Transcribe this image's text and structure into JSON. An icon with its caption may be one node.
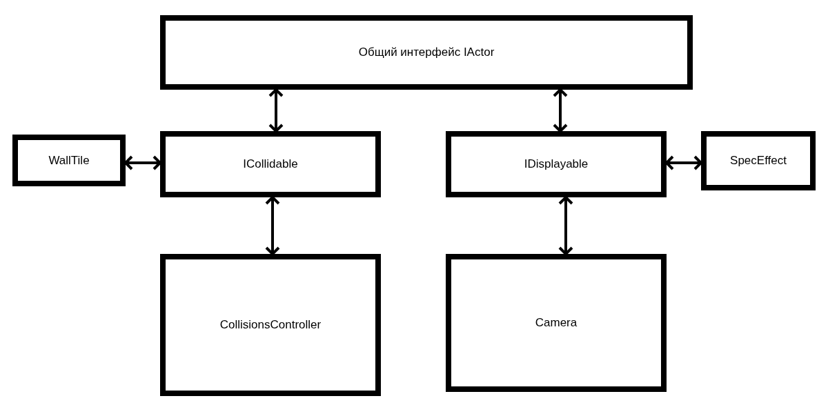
{
  "diagram": {
    "nodes": [
      {
        "text": [
          "Общий интерфейс IActor"
        ]
      },
      {
        "text": [
          "WallTile"
        ]
      },
      {
        "text": [
          "ICollidable"
        ]
      },
      {
        "text": [
          "IDisplayable"
        ]
      },
      {
        "text": [
          "SpecEffect"
        ]
      },
      {
        "text": [
          "CollisionsController"
        ]
      },
      {
        "text": [
          "Camera"
        ]
      }
    ],
    "edges": [
      {
        "from": 0,
        "to": 2,
        "arrow": "both"
      },
      {
        "from": 0,
        "to": 3,
        "arrow": "both"
      },
      {
        "from": 1,
        "to": 2,
        "arrow": "both"
      },
      {
        "from": 3,
        "to": 4,
        "arrow": "both"
      },
      {
        "from": 2,
        "to": 5,
        "arrow": "both"
      },
      {
        "from": 3,
        "to": 6,
        "arrow": "both"
      }
    ]
  }
}
